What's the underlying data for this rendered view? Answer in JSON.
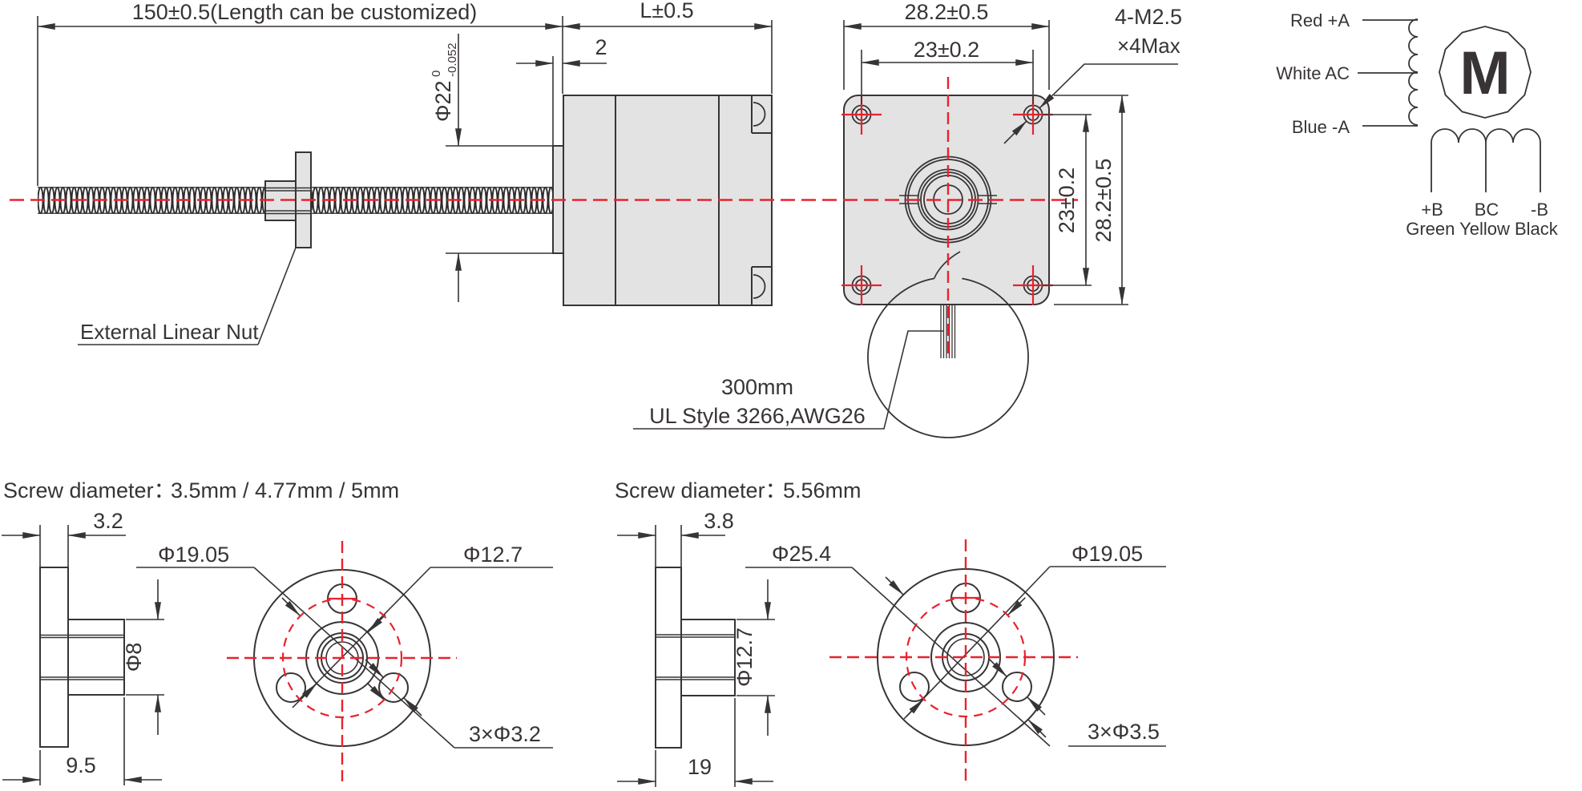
{
  "top_view": {
    "dim_length": "150±0.5(Length can be customized)",
    "dim_motor_len": "L±0.5",
    "dim_boss": "2",
    "shaft": {
      "dia": "Φ22",
      "tol_upper": "0",
      "tol_lower": "-0.052"
    },
    "nut_label": "External Linear Nut",
    "front": {
      "dim_width_top": "28.2±0.5",
      "dim_holes_top": "23±0.2",
      "dim_holes_right": "23±0.2",
      "dim_height_right": "28.2±0.5",
      "screw_note_1": "4-M2.5",
      "screw_note_2": "×4Max"
    },
    "cable": {
      "line1": "300mm",
      "line2": "UL Style 3266,AWG26"
    }
  },
  "wiring": {
    "lead_a_pos": "Red +A",
    "lead_a_com": "White AC",
    "lead_a_neg": "Blue -A",
    "motor_symbol": "M",
    "lead_b_pos": "+B",
    "lead_b_com": "BC",
    "lead_b_neg": "-B",
    "lead_b_colors": "Green Yellow Black"
  },
  "nut1": {
    "title_label": "Screw diameter：",
    "title_value": "3.5mm / 4.77mm / 5mm",
    "dim_flange_thk": "3.2",
    "dim_bolt_circle": "Φ19.05",
    "dim_hub_front": "Φ12.7",
    "dim_hub": "Φ8",
    "dim_total": "9.5",
    "dim_holes": "3×Φ3.2"
  },
  "nut2": {
    "title_label": "Screw diameter：",
    "title_value": "5.56mm",
    "dim_flange_thk": "3.8",
    "dim_flange_front": "Φ25.4",
    "dim_bolt_circle": "Φ19.05",
    "dim_hub": "Φ12.7",
    "dim_total": "19",
    "dim_holes": "3×Φ3.5"
  },
  "colors": {
    "ink": "#383436",
    "red": "#e8232e",
    "body_fill": "#e3e3e3"
  }
}
